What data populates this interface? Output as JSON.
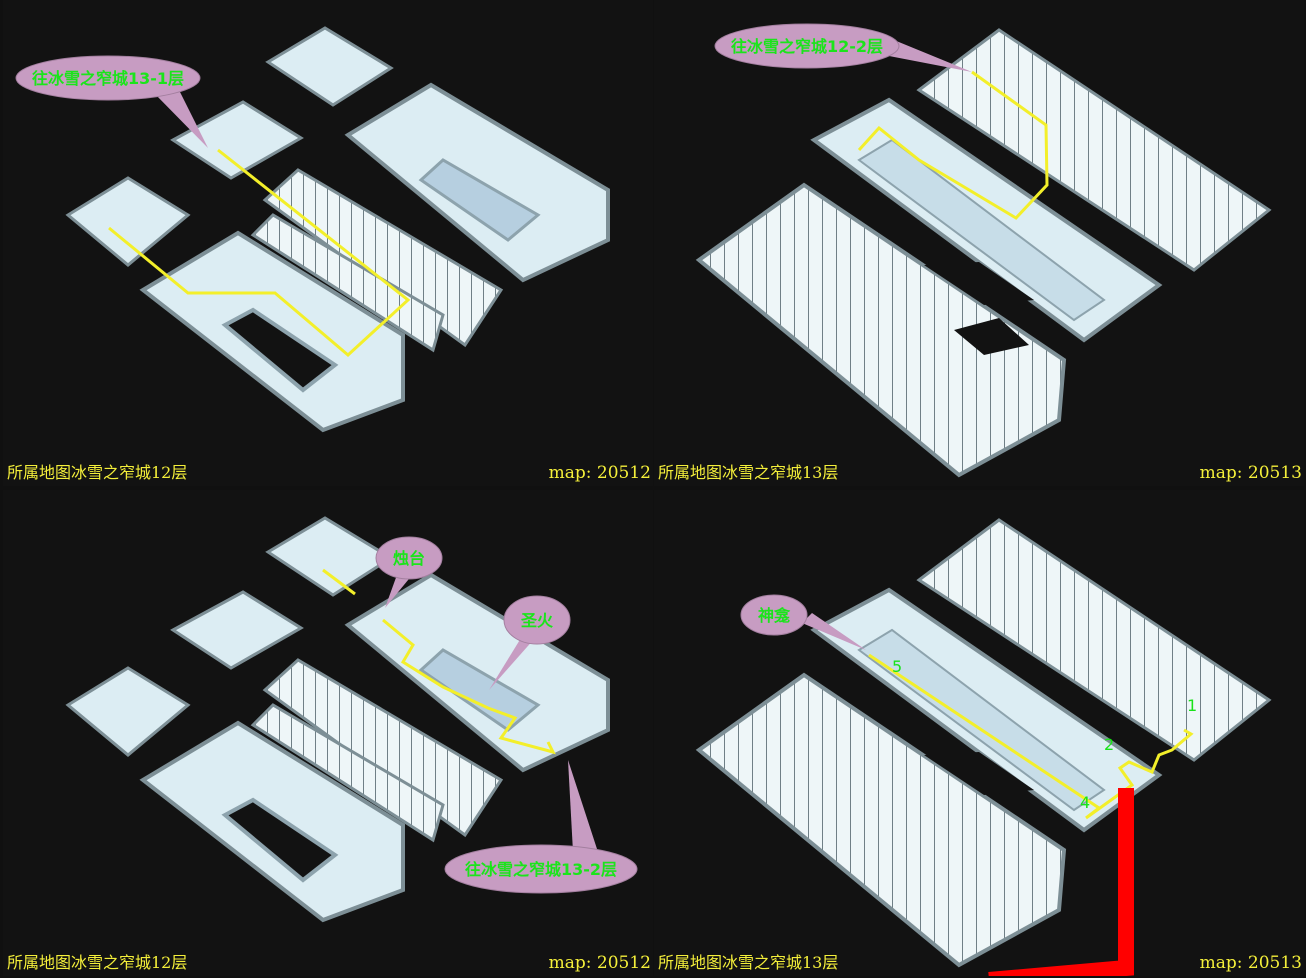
{
  "colors": {
    "floor": "#dcedf3",
    "wall": "#f2f8fa",
    "wall_edge": "#7d8f96",
    "pool": "#b6cfe0",
    "route": "#f3ef2a",
    "callout_fill": "#c79cc2",
    "callout_text": "#1be41b",
    "caption_text": "#f4ef3a",
    "exit_route": "#ff0000"
  },
  "panels": [
    {
      "caption": "所属地图冰雪之窄城12层",
      "map_id": "map: 20512",
      "callouts": [
        {
          "label": "往冰雪之窄城13-1层"
        }
      ]
    },
    {
      "caption": "所属地图冰雪之窄城13层",
      "map_id": "map: 20513",
      "callouts": [
        {
          "label": "往冰雪之窄城12-2层"
        }
      ]
    },
    {
      "caption": "所属地图冰雪之窄城12层",
      "map_id": "map: 20512",
      "callouts": [
        {
          "label": "烛台"
        },
        {
          "label": "圣火"
        },
        {
          "label": "往冰雪之窄城13-2层"
        }
      ]
    },
    {
      "caption": "所属地图冰雪之窄城13层",
      "map_id": "map: 20513",
      "callouts": [
        {
          "label": "神龛"
        }
      ],
      "waypoints": [
        "1",
        "2",
        "4",
        "5"
      ]
    }
  ]
}
